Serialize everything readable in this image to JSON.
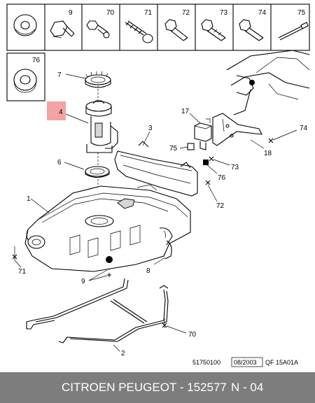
{
  "parts_header": [
    "9",
    "70",
    "71",
    "72",
    "73",
    "74",
    "75",
    "76"
  ],
  "callouts": {
    "c1": "1",
    "c2": "2",
    "c3": "3",
    "c4": "4",
    "c6": "6",
    "c7": "7",
    "c8": "8",
    "c9": "9",
    "c17": "17",
    "c18": "18",
    "c70": "70",
    "c71": "71",
    "c72": "72",
    "c73": "73",
    "c74": "74",
    "c75": "75",
    "c76": "76"
  },
  "highlight_color": "#f4a3a3",
  "reference": {
    "number": "51750100",
    "date": "08/2003",
    "code": "QF 15A01A"
  },
  "footer": {
    "title": "CITROEN PEUGEOT - 152577",
    "page": "N - 04",
    "background": "#7d7d7d"
  }
}
